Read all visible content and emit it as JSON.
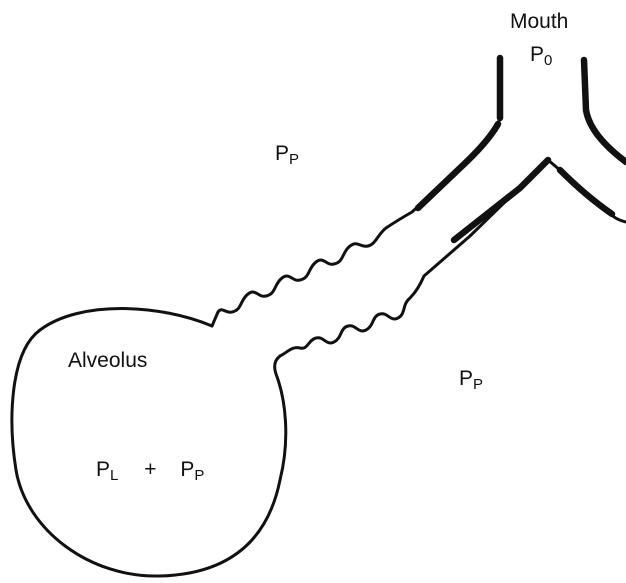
{
  "labels": {
    "mouth": "Mouth",
    "p0_main": "P",
    "p0_sub": "0",
    "pp_top_main": "P",
    "pp_top_sub": "P",
    "pp_right_main": "P",
    "pp_right_sub": "P",
    "alveolus": "Alveolus",
    "pl_main": "P",
    "pl_sub": "L",
    "plus": "+",
    "pp_alv_main": "P",
    "pp_alv_sub": "P"
  },
  "colors": {
    "ink": "#111111",
    "background": "#ffffff"
  }
}
